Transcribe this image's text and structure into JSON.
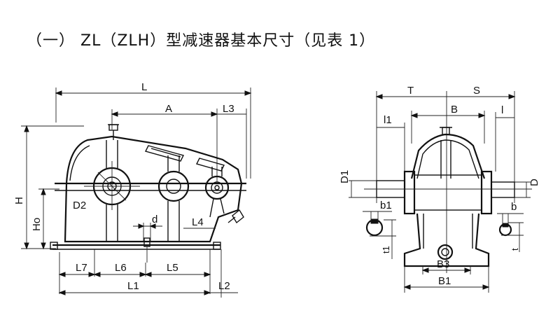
{
  "title": "（一）  ZL（ZLH）型减速器基本尺寸（见表 1）",
  "front_view": {
    "labels": {
      "L": "L",
      "A": "A",
      "L3": "L3",
      "H": "H",
      "Ho": "Ho",
      "D2": "D2",
      "d": "d",
      "L4": "L4",
      "L7": "L7",
      "L6": "L6",
      "L5": "L5",
      "L1": "L1",
      "L2": "L2"
    }
  },
  "side_view": {
    "labels": {
      "T": "T",
      "S": "S",
      "l1": "l1",
      "B": "B",
      "l": "l",
      "D1": "D1",
      "D": "D",
      "b1": "b1",
      "b": "b",
      "t1": "t1",
      "t": "t",
      "B3": "B3",
      "B1": "B1"
    }
  }
}
